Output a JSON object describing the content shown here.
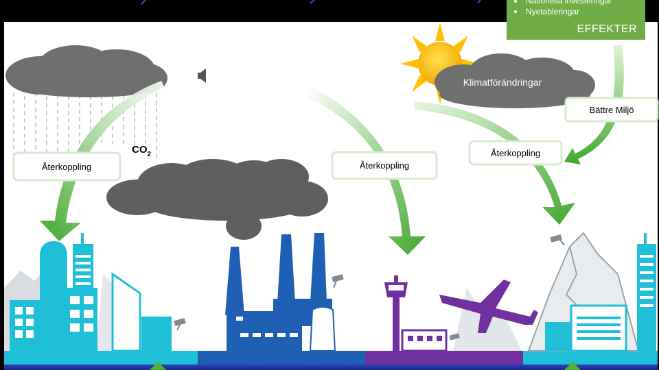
{
  "effects_box": {
    "bullets": [
      "Nationella investeringar",
      "Nyetableringar"
    ],
    "title": "EFFEKTER"
  },
  "labels": {
    "feedback_left": "Återkoppling",
    "feedback_center": "Återkoppling",
    "feedback_right": "Återkoppling",
    "better_environment": "Bättre Miljö",
    "climate_change": "Klimatförändringar",
    "co2_main": "CO",
    "co2_sub": "2"
  },
  "colors": {
    "background": "#000000",
    "panel": "#ffffff",
    "effects_green": "#70ad47",
    "arrow_green": "#4fb236",
    "cloud_gray": "#6f6f6f",
    "city_cyan": "#1fbfd8",
    "factory_blue": "#1f5fb4",
    "airport_purple": "#7030a0",
    "sun_yellow": "#ffc000"
  },
  "icons": [
    "speaker-icon",
    "camera-icon",
    "sun-icon",
    "cloud-icon",
    "airplane-icon"
  ]
}
